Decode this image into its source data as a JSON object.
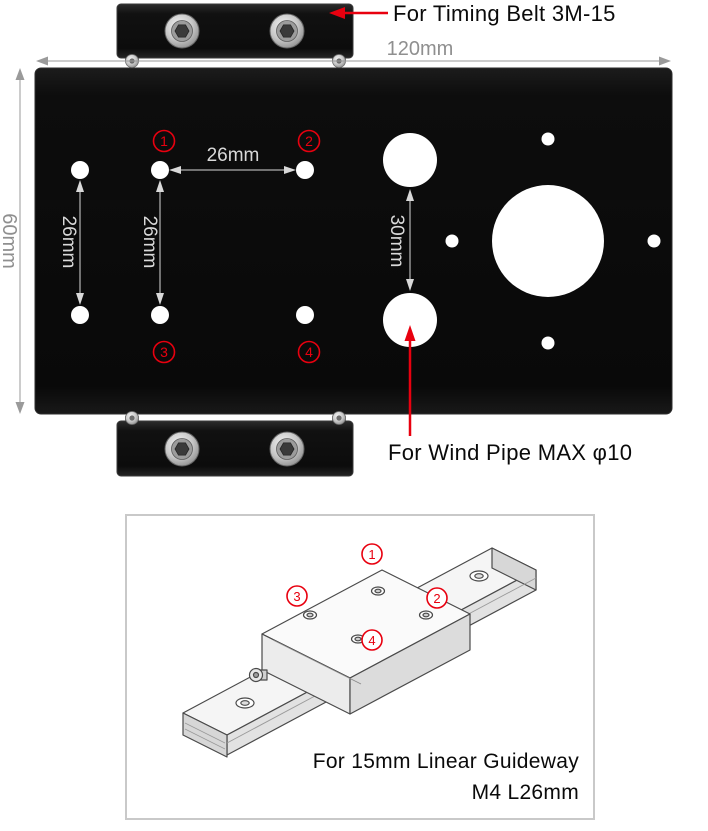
{
  "annotations": {
    "timing_belt": "For Timing Belt 3M-15",
    "wind_pipe": "For Wind Pipe MAX φ10",
    "guideway_line1": "For 15mm Linear Guideway",
    "guideway_line2": "M4 L26mm"
  },
  "dimensions": {
    "plate_width": "120mm",
    "plate_height": "60mm",
    "hole_spacing": "26mm",
    "wind_hole_spacing": "30mm"
  },
  "markers": {
    "plate": [
      "1",
      "2",
      "3",
      "4"
    ],
    "guideway": [
      "1",
      "2",
      "3",
      "4"
    ]
  },
  "colors": {
    "accent_red": "#e8000f",
    "plate_black": "#0b0b0b",
    "dim_gray": "#8f8f8f",
    "dim_light": "#d9d9d9"
  }
}
